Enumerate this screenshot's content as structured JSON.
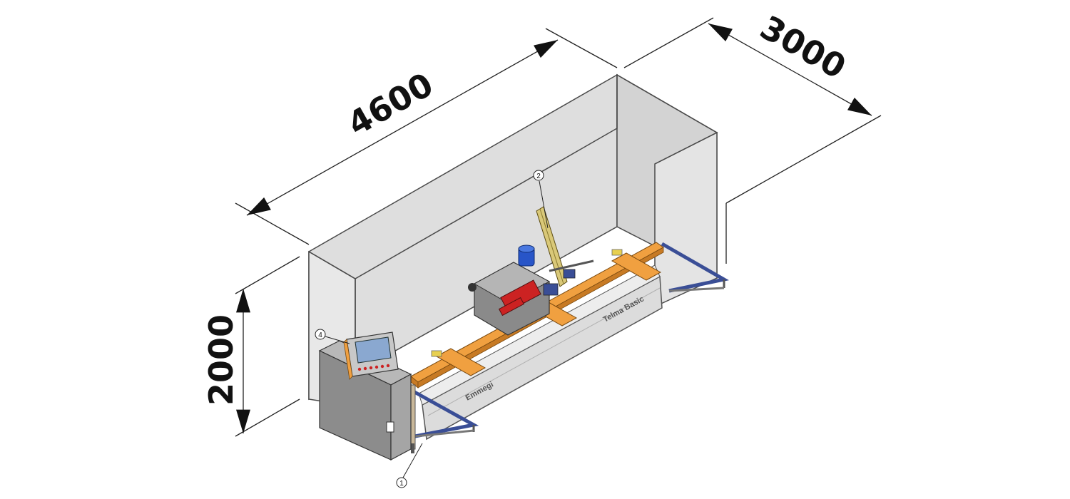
{
  "dimensions": {
    "length": "4600",
    "depth": "3000",
    "height": "2000"
  },
  "callouts": {
    "item_1": "1",
    "item_2": "2",
    "item_4": "4"
  },
  "machine": {
    "model_label": "Telma Basic",
    "brand_label": "Emmegi"
  },
  "colors": {
    "wall": "#dedede",
    "wall_edge": "#4a4a4a",
    "rail": "#f0a040",
    "frame_blue": "#3a4e96",
    "body_gray": "#dcdcdc",
    "cabinet": "#8c8c8c",
    "motor_blue": "#2855c8",
    "clamp_red": "#cc2222",
    "screen_blue": "#8aa8d0"
  }
}
